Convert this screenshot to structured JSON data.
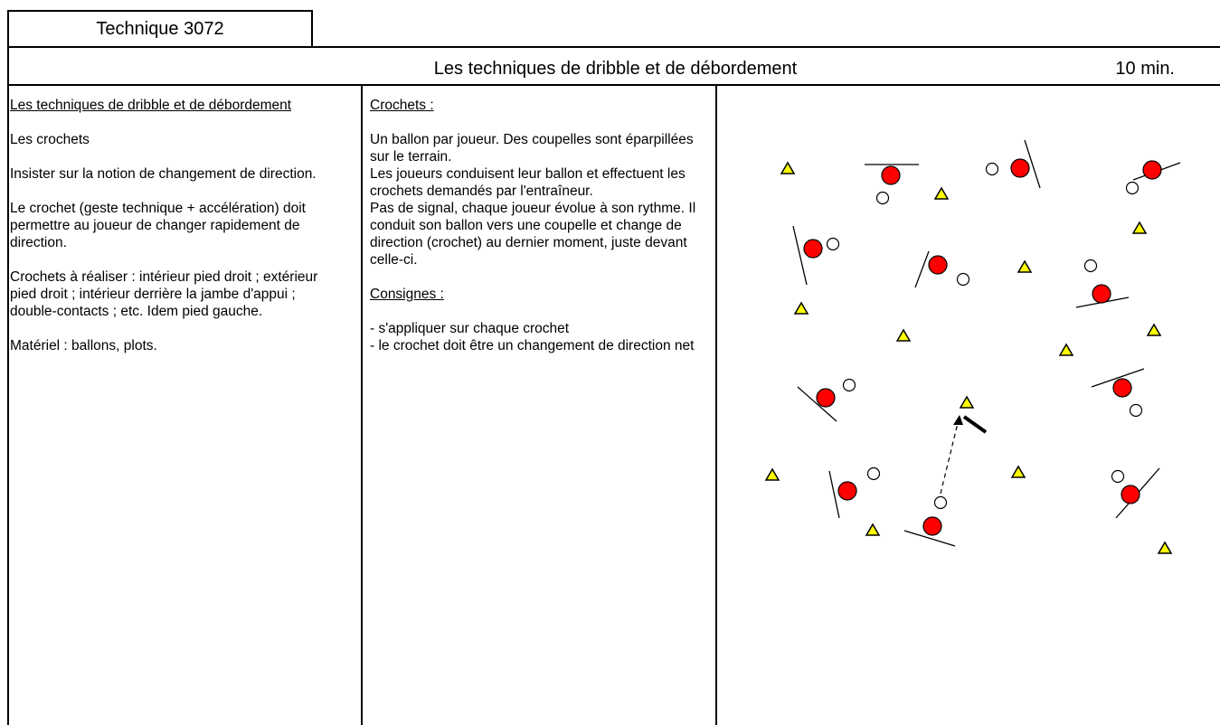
{
  "header": {
    "code": "Technique 3072",
    "title": "Les techniques de dribble et de débordement",
    "duration": "10 min."
  },
  "left": {
    "heading": "Les techniques de dribble et de débordement",
    "subtitle": "Les crochets",
    "p1": "Insister sur la notion de changement de direction.",
    "p2": "Le crochet (geste technique + accélération) doit permettre au joueur de changer rapidement de direction.",
    "p3": "Crochets à réaliser : intérieur pied droit ; extérieur pied droit ; intérieur derrière la jambe d'appui ; double-contacts ; etc. Idem pied gauche.",
    "p4": "Matériel : ballons, plots."
  },
  "middle": {
    "heading": "Crochets :",
    "l1": "Un ballon par joueur. Des coupelles sont éparpillées sur le terrain.",
    "l2": "Les joueurs conduisent leur ballon et effectuent les crochets demandés par l'entraîneur.",
    "l3": "Pas de signal, chaque joueur évolue à son rythme. Il conduit son ballon vers une coupelle et change de direction (crochet) au dernier moment, juste devant celle-ci.",
    "heading2": "Consignes :",
    "c1": "- s'appliquer sur chaque crochet",
    "c2": "- le crochet doit être un changement de direction net"
  },
  "diagram": {
    "colors": {
      "player": "#ff0000",
      "cone": "#ffff00",
      "line": "#000000",
      "ball": "#ffffff"
    },
    "legend": []
  }
}
